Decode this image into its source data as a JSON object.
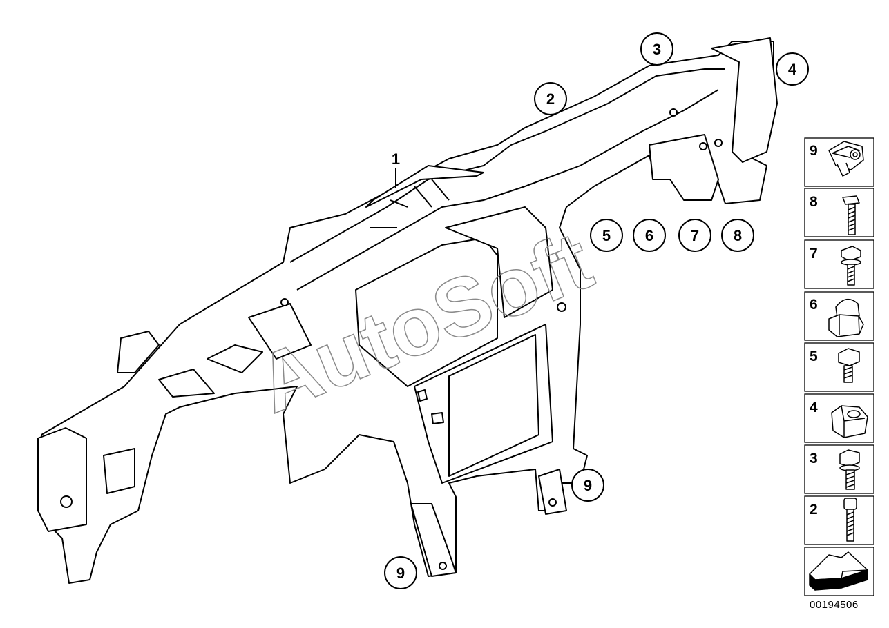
{
  "watermark": "AutoSoft",
  "diagram_id": "00194506",
  "callouts": [
    {
      "id": "c1",
      "label": "1"
    },
    {
      "id": "c2",
      "label": "2"
    },
    {
      "id": "c3",
      "label": "3"
    },
    {
      "id": "c4",
      "label": "4"
    },
    {
      "id": "c5",
      "label": "5"
    },
    {
      "id": "c6",
      "label": "6"
    },
    {
      "id": "c7",
      "label": "7"
    },
    {
      "id": "c8",
      "label": "8"
    },
    {
      "id": "c9a",
      "label": "9"
    },
    {
      "id": "c9b",
      "label": "9"
    }
  ],
  "legend": [
    {
      "label": "9",
      "part": "clip-nut-icon"
    },
    {
      "label": "8",
      "part": "long-hex-bolt-icon"
    },
    {
      "label": "7",
      "part": "collar-screw-icon"
    },
    {
      "label": "6",
      "part": "cap-nut-icon"
    },
    {
      "label": "5",
      "part": "hex-bolt-icon"
    },
    {
      "label": "4",
      "part": "hex-nut-icon"
    },
    {
      "label": "3",
      "part": "flange-bolt-icon"
    },
    {
      "label": "2",
      "part": "socket-screw-icon"
    }
  ]
}
